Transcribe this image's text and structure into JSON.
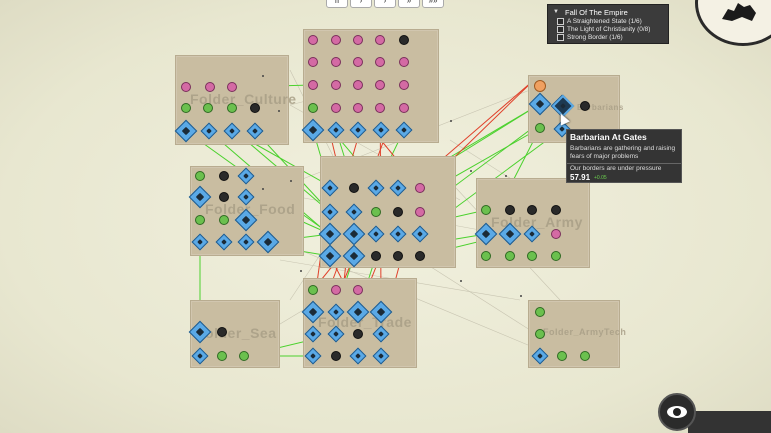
{
  "window": {
    "controls": [
      "II",
      "›",
      "›",
      "»",
      "»»"
    ]
  },
  "quest_panel": {
    "title": "Fall Of The Empire",
    "items": [
      {
        "label": "A Straightened State (1/6)"
      },
      {
        "label": "The Light of Christianity (0/8)"
      },
      {
        "label": "Strong Border (1/6)"
      }
    ]
  },
  "groups": [
    {
      "id": "culture",
      "title": "Folder_Culture"
    },
    {
      "id": "top",
      "title": ""
    },
    {
      "id": "barbarians",
      "title": "Barbarians"
    },
    {
      "id": "food",
      "title": "Folder_Food"
    },
    {
      "id": "center",
      "title": ""
    },
    {
      "id": "army",
      "title": "Folder_Army"
    },
    {
      "id": "sea",
      "title": "Folder_Sea"
    },
    {
      "id": "bottom",
      "title": "Folder_Trade"
    },
    {
      "id": "armytech",
      "title": "Folder_ArmyTech"
    }
  ],
  "tooltip": {
    "title": "Barbarian At Gates",
    "description": "Barbarians are gathering and raising fears of major problems",
    "pressure_label": "Our borders are under pressure",
    "value": "57.91",
    "delta": "+0.05"
  },
  "icons": {
    "emblem": "barbarian-emblem-icon",
    "eye": "eye-icon",
    "cursor": "mouse-cursor-icon"
  },
  "colors": {
    "background": "#ecebd6",
    "group_panel": "#c9bda1",
    "node_pink": "#d46aa4",
    "node_green": "#6bc04e",
    "node_blue": "#5aa9e6",
    "edge_red": "#e0402a",
    "edge_green": "#4bd12d",
    "tooltip_bg": "#343434"
  }
}
